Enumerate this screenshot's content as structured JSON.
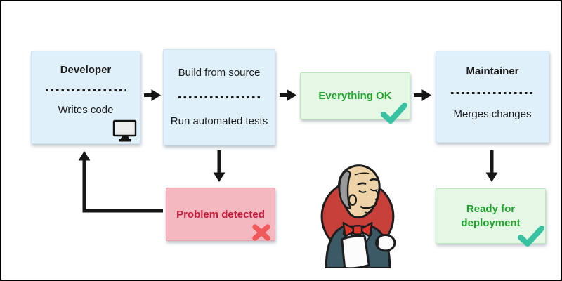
{
  "palette": {
    "text": "#1c1c1c",
    "blue_bg": "#e0f0fb",
    "blue_border": "#cfe4f2",
    "green_bg": "#e5f8e5",
    "green_border": "#b9e8b9",
    "green_text": "#1fa32b",
    "red_bg": "#f3b8c0",
    "red_border": "#e7a2ad",
    "red_text": "#c21a38",
    "check": "#38c2a2",
    "cross": "#f05a5a",
    "arrow": "#161616",
    "mascot_red": "#c8403a",
    "mascot_suit": "#3c5966",
    "mascot_skin": "#eed3a9",
    "mascot_hair": "#9a9a9a",
    "mascot_vest": "#b9d6e6",
    "mascot_tie": "#d8382c",
    "mascot_white": "#fcfcfc",
    "monitor_screen": "#ededed"
  },
  "nodes": {
    "developer": {
      "title": "Developer",
      "subtitle": "Writes code",
      "icon": "monitor-icon"
    },
    "build": {
      "line1": "Build from source",
      "line2": "Run automated tests"
    },
    "everything_ok": {
      "label": "Everything OK",
      "icon": "check-icon"
    },
    "maintainer": {
      "title": "Maintainer",
      "subtitle": "Merges changes"
    },
    "problem": {
      "label": "Problem detected",
      "icon": "cross-icon"
    },
    "ready": {
      "label": "Ready for deployment",
      "icon": "check-icon"
    }
  },
  "mascot": {
    "name": "jenkins-butler"
  }
}
